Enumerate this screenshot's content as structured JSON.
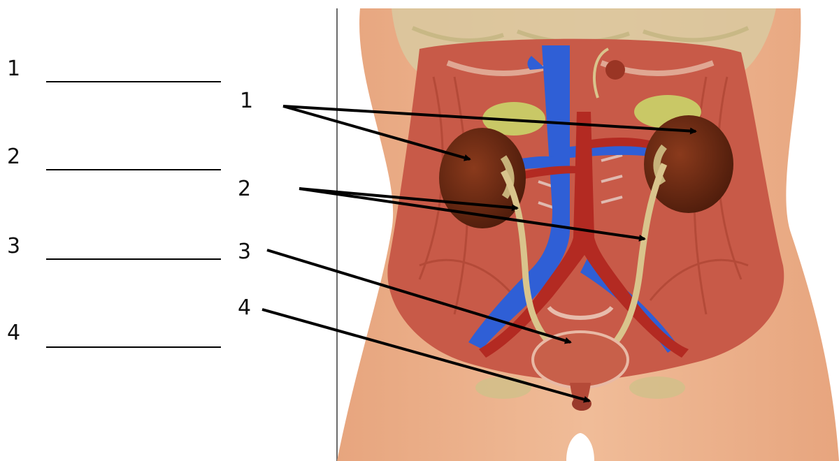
{
  "worksheet": {
    "answer_lines": [
      {
        "number": "1",
        "answer": ""
      },
      {
        "number": "2",
        "answer": ""
      },
      {
        "number": "3",
        "answer": ""
      },
      {
        "number": "4",
        "answer": ""
      }
    ]
  },
  "diagram": {
    "callouts": [
      {
        "number": "1",
        "target_count": 2
      },
      {
        "number": "2",
        "target_count": 2
      },
      {
        "number": "3",
        "target_count": 1
      },
      {
        "number": "4",
        "target_count": 1
      }
    ]
  },
  "colors": {
    "skin": "#e8b08a",
    "muscle": "#c8503f",
    "vein": "#2f5fd6",
    "artery": "#b32a22",
    "kidney": "#6a2814",
    "ureter": "#d9c48c",
    "adrenal": "#c8c96a",
    "arrow": "#000000"
  }
}
